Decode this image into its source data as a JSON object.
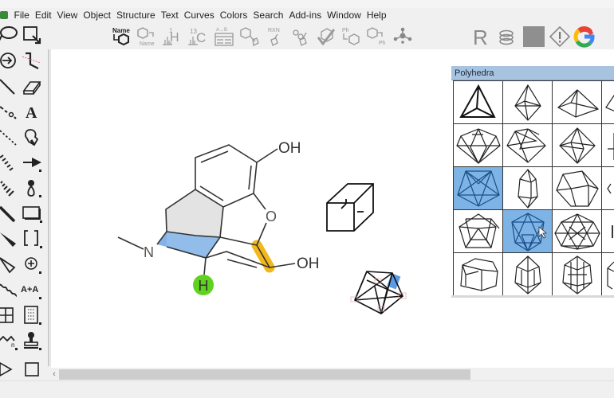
{
  "app": {
    "menu": [
      {
        "label": "File",
        "accel": "F"
      },
      {
        "label": "Edit",
        "accel": "E"
      },
      {
        "label": "View",
        "accel": "V"
      },
      {
        "label": "Object",
        "accel": "O"
      },
      {
        "label": "Structure",
        "accel": "S"
      },
      {
        "label": "Text",
        "accel": "x"
      },
      {
        "label": "Curves",
        "accel": "C"
      },
      {
        "label": "Colors",
        "accel": "l"
      },
      {
        "label": "Search",
        "accel": "r"
      },
      {
        "label": "Add-ins",
        "accel": "A"
      },
      {
        "label": "Window",
        "accel": "W"
      },
      {
        "label": "Help",
        "accel": "H"
      }
    ]
  },
  "toolbar": {
    "buttons": [
      {
        "name": "name-to-structure",
        "label": "Name",
        "sub": ""
      },
      {
        "name": "structure-to-name",
        "label": "",
        "sub": "Name"
      },
      {
        "name": "predict-1h-nmr",
        "label": "1H",
        "sub": ""
      },
      {
        "name": "predict-13c-nmr",
        "label": "13C",
        "sub": ""
      },
      {
        "name": "a-to-b-table",
        "label": "A→B",
        "sub": ""
      },
      {
        "name": "clean-structure",
        "label": "",
        "sub": ""
      },
      {
        "name": "clean-reaction",
        "label": "RXN",
        "sub": ""
      },
      {
        "name": "clean-bonds",
        "label": "",
        "sub": ""
      },
      {
        "name": "check-structure",
        "label": "",
        "sub": ""
      },
      {
        "name": "expand-label",
        "label": "Ph",
        "sub": ""
      },
      {
        "name": "contract-label",
        "label": "",
        "sub": "Ph"
      },
      {
        "name": "molecule-3d",
        "label": "",
        "sub": ""
      }
    ],
    "right_buttons": [
      {
        "name": "reaxys",
        "label": "R"
      },
      {
        "name": "scifinder",
        "label": ""
      },
      {
        "name": "gray-box",
        "label": ""
      },
      {
        "name": "hazard-warning",
        "label": "!"
      },
      {
        "name": "google-search",
        "label": "G"
      }
    ]
  },
  "palette": {
    "tools": [
      "lasso-tool",
      "marquee-tool",
      "rotate-tool",
      "bond-tool-dashed-red",
      "single-bond-tool",
      "eraser-tool",
      "arrow-pushing-tool",
      "text-tool",
      "dashed-bond-tool",
      "pen-tool",
      "hashed-bond-tool",
      "arrow-tool",
      "hashed-wedge-tool",
      "orbital-tool",
      "bold-bond-tool",
      "rectangle-tool",
      "wedge-bond-tool",
      "bracket-tool",
      "hollow-wedge-tool",
      "charge-tool",
      "wavy-bond-tool",
      "atom-map-tool",
      "table-tool",
      "tlc-plate-tool",
      "chain-tool",
      "stamp-tool",
      "triangle-tool",
      "square-tool",
      "pentagon-tool",
      "hexagon-tool"
    ]
  },
  "canvas": {
    "molecule": {
      "labels": {
        "oh_top": "OH",
        "o_ring": "O",
        "oh_right": "OH",
        "n": "N",
        "h": "H"
      },
      "colors": {
        "highlight_gray": "#e3e3e3",
        "highlight_blue": "#7fb2e6",
        "highlight_orange": "#f2b81b",
        "highlight_green": "#5ed21f"
      }
    }
  },
  "polyhedra": {
    "title": "Polyhedra",
    "selected_color": "#7eb3e6",
    "cells": [
      {
        "shape": "tetrahedron",
        "selected": false
      },
      {
        "shape": "triangular-bipyramid",
        "selected": false
      },
      {
        "shape": "square-pyramid",
        "selected": false
      },
      {
        "shape": "partial-1",
        "selected": false
      },
      {
        "shape": "pentagonal-bipyramid",
        "selected": false
      },
      {
        "shape": "capped-octahedron",
        "selected": false
      },
      {
        "shape": "octahedron",
        "selected": false
      },
      {
        "shape": "partial-2",
        "selected": false
      },
      {
        "shape": "pentagonal-star",
        "selected": true
      },
      {
        "shape": "hexagonal-prism-tall",
        "selected": false
      },
      {
        "shape": "dodecahedron-like",
        "selected": false
      },
      {
        "shape": "partial-3",
        "selected": false
      },
      {
        "shape": "pentagonal-antiprism",
        "selected": false
      },
      {
        "shape": "icosahedron",
        "selected": true
      },
      {
        "shape": "hexagonal-antiprism",
        "selected": false
      },
      {
        "shape": "partial-4",
        "selected": false
      },
      {
        "shape": "hexagonal-prism",
        "selected": false
      },
      {
        "shape": "elongated-bipyramid",
        "selected": false
      },
      {
        "shape": "tricapped-prism",
        "selected": false
      },
      {
        "shape": "partial-5",
        "selected": false
      }
    ]
  }
}
